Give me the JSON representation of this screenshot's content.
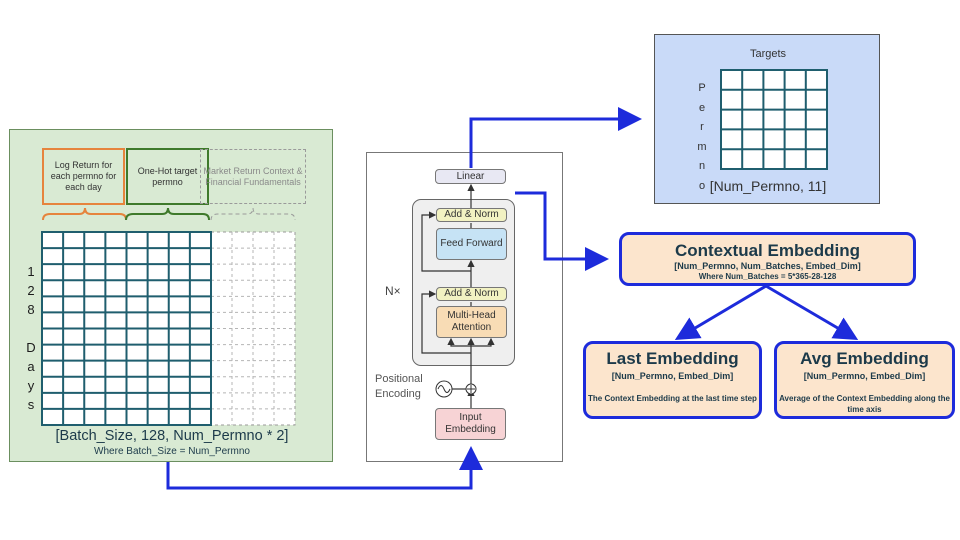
{
  "input": {
    "col1_label": "Log Return for each permno for each day",
    "col2_label": "One-Hot target permno",
    "col3_label": "Market Return Context & Financial Fundamentals",
    "days_label": [
      "1",
      "2",
      "8",
      "",
      "D",
      "a",
      "y",
      "s"
    ],
    "shape": "[Batch_Size, 128, Num_Permno * 2]",
    "where": "Where Batch_Size = Num_Permno"
  },
  "transformer": {
    "linear": "Linear",
    "add_norm_top": "Add & Norm",
    "feed_forward": "Feed Forward",
    "add_norm_bottom": "Add & Norm",
    "multi_head": "Multi-Head Attention",
    "nx": "N×",
    "positional": "Positional Encoding",
    "input_embedding": "Input Embedding"
  },
  "targets": {
    "title": "Targets",
    "side_label": [
      "P",
      "e",
      "r",
      "m",
      "n",
      "o"
    ],
    "shape": "[Num_Permno, 11]"
  },
  "contextual": {
    "title": "Contextual Embedding",
    "shape": "[Num_Permno, Num_Batches, Embed_Dim]",
    "where": "Where Num_Batches = 5*365-28-128"
  },
  "last": {
    "title": "Last Embedding",
    "shape": "[Num_Permno, Embed_Dim]",
    "desc": "The Context Embedding at the last time step"
  },
  "avg": {
    "title": "Avg Embedding",
    "shape": "[Num_Permno, Embed_Dim]",
    "desc": "Average of the Context Embedding along the time axis"
  },
  "colors": {
    "arrow": "#1d2bdb",
    "grid_dark": "#1f5e6e",
    "input_bg": "#d9ead3",
    "targets_bg": "#c9daf8",
    "embedding_bg": "#fce5cd",
    "log_return": "#e6843d",
    "one_hot": "#3f7a2b"
  }
}
